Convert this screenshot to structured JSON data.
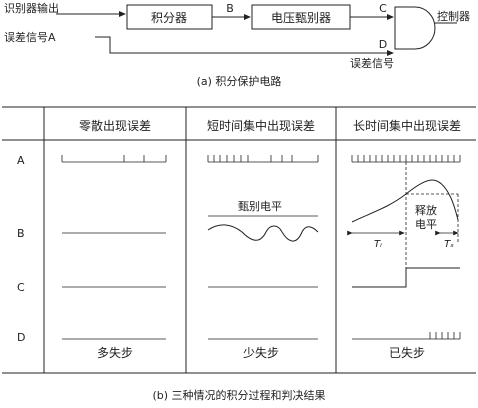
{
  "circuit": {
    "input1": "识别器输出",
    "input2": "误差信号A",
    "block1": "积分器",
    "block2": "电压甄别器",
    "label_b": "B",
    "label_c": "C",
    "label_d": "D",
    "d_signal": "误差信号",
    "output": "控制器",
    "caption": "(a)  积分保护电路"
  },
  "table": {
    "columns": [
      "零散出现误差",
      "短时间集中出现误差",
      "长时间集中出现误差"
    ],
    "rows": [
      "A",
      "B",
      "C",
      "D"
    ],
    "threshold_label": "甄别电平",
    "release_label_1": "释放",
    "release_label_2": "电平",
    "t_i": "Tᵢ",
    "t_s": "Tₛ",
    "results": [
      "多失步",
      "少失步",
      "已失步"
    ],
    "caption": "(b)  三种情况的积分过程和判决结果"
  }
}
